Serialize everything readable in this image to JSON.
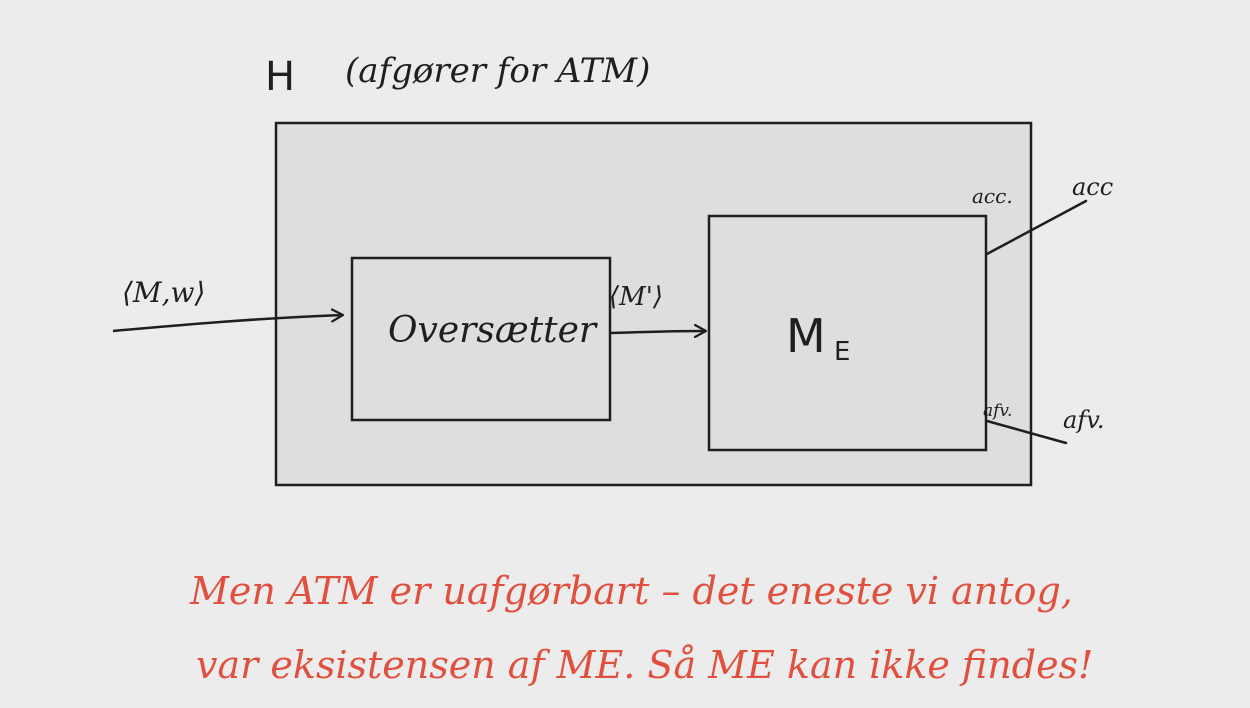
{
  "title": {
    "symbol": "H",
    "subtitle": "(afgører for ATM)"
  },
  "outer_box": {
    "output_accept_inner": "acc.",
    "output_accept_outer": "acc",
    "output_reject_inner": "afv.",
    "output_reject_outer": "afv."
  },
  "input": {
    "label": "⟨M,w⟩"
  },
  "translator_box": {
    "label": "Oversætter"
  },
  "intermediate": {
    "label": "⟨M'⟩"
  },
  "me_box": {
    "label_main": "M",
    "label_sub": "E"
  },
  "note": {
    "line1": "Men ATM er uafgørbart – det eneste vi antog,",
    "line2": "var eksistensen af ME. Så ME kan ikke findes!"
  },
  "colors": {
    "background": "#ececec",
    "box_fill": "#dedede",
    "ink": "#1f1f1f",
    "note_ink": "#e0503f"
  }
}
